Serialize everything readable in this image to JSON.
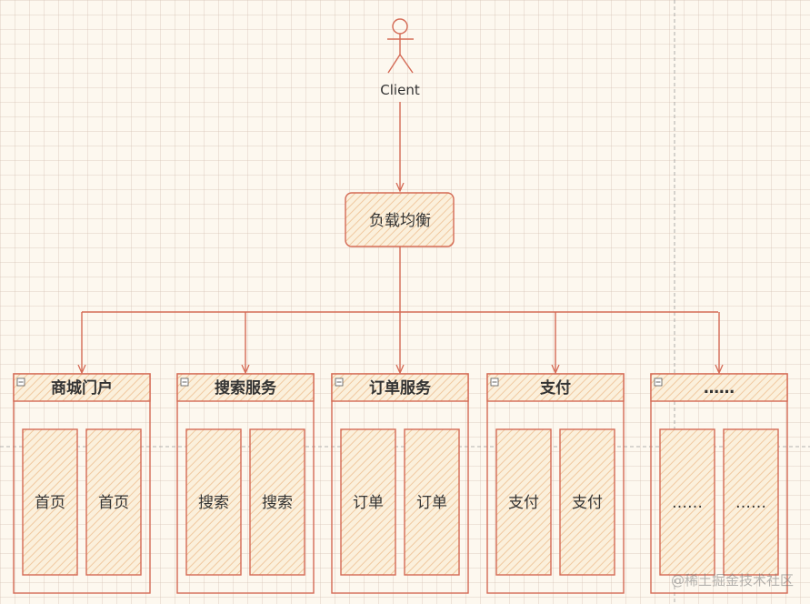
{
  "client": {
    "label": "Client"
  },
  "load_balancer": {
    "label": "负载均衡"
  },
  "services": [
    {
      "title": "商城门户",
      "instances": [
        "首页",
        "首页"
      ]
    },
    {
      "title": "搜索服务",
      "instances": [
        "搜索",
        "搜索"
      ]
    },
    {
      "title": "订单服务",
      "instances": [
        "订单",
        "订单"
      ]
    },
    {
      "title": "支付",
      "instances": [
        "支付",
        "支付"
      ]
    },
    {
      "title": "……",
      "instances": [
        "……",
        "……"
      ]
    }
  ],
  "watermark": "@稀土掘金技术社区",
  "colors": {
    "stroke": "#d46a55",
    "fill": "#f7e3c4",
    "background": "#fdf8ef"
  }
}
